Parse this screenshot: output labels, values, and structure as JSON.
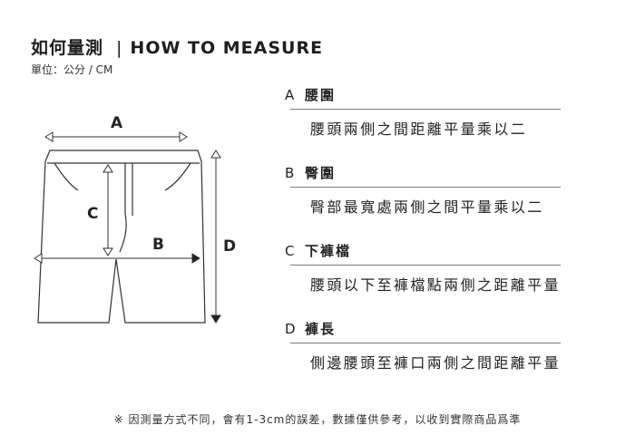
{
  "header": {
    "title_zh": "如何量測",
    "separator": "|",
    "title_en": "HOW TO MEASURE",
    "unit": "單位：公分 / CM"
  },
  "diagram": {
    "labels": {
      "a": "A",
      "b": "B",
      "c": "C",
      "d": "D"
    }
  },
  "measurements": [
    {
      "letter": "A",
      "name": "腰圍",
      "description": "腰頭兩側之間距離平量乘以二"
    },
    {
      "letter": "B",
      "name": "臀圍",
      "description": "臀部最寬處兩側之間平量乘以二"
    },
    {
      "letter": "C",
      "name": "下褲檔",
      "description": "腰頭以下至褲檔點兩側之距離平量"
    },
    {
      "letter": "D",
      "name": "褲長",
      "description": "側邊腰頭至褲口兩側之間距離平量"
    }
  ],
  "footnote": "※ 因測量方式不同，會有1-3cm的誤差，數據僅供參考，以收到實際商品爲準",
  "colors": {
    "text": "#222222",
    "line": "#7a7a7a"
  }
}
